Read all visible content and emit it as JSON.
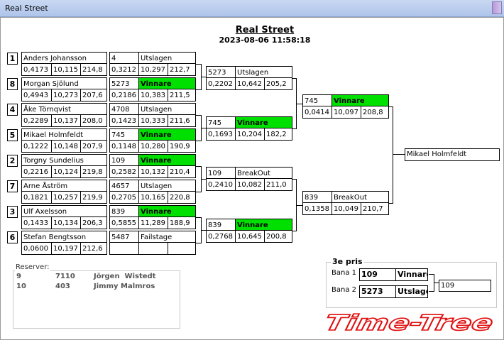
{
  "window": {
    "title": "Real Street"
  },
  "header": {
    "title": "Real Street",
    "datetime": "2023-08-06 11:58:18"
  },
  "round1": [
    {
      "seed": "1",
      "name": "Anders Johansson",
      "stats": [
        "0,4173",
        "10,115",
        "214,8"
      ],
      "lane": "4",
      "result": "Utslagen",
      "rstats": [
        "0,3212",
        "10,297",
        "212,7"
      ],
      "winner": false
    },
    {
      "seed": "8",
      "name": "Morgan Sjölund",
      "stats": [
        "0,4943",
        "10,273",
        "207,6"
      ],
      "lane": "5273",
      "result": "Vinnare",
      "rstats": [
        "0,2186",
        "10,383",
        "211,5"
      ],
      "winner": true
    },
    {
      "seed": "4",
      "name": "Åke Törnqvist",
      "stats": [
        "0,2289",
        "10,137",
        "208,0"
      ],
      "lane": "4708",
      "result": "Utslagen",
      "rstats": [
        "0,1423",
        "10,333",
        "211,6"
      ],
      "winner": false
    },
    {
      "seed": "5",
      "name": "Mikael Holmfeldt",
      "stats": [
        "0,1222",
        "10,148",
        "207,9"
      ],
      "lane": "745",
      "result": "Vinnare",
      "rstats": [
        "0,1148",
        "10,280",
        "190,9"
      ],
      "winner": true
    },
    {
      "seed": "2",
      "name": "Torgny Sundelius",
      "stats": [
        "0,2216",
        "10,124",
        "219,8"
      ],
      "lane": "109",
      "result": "Vinnare",
      "rstats": [
        "0,2582",
        "10,132",
        "210,4"
      ],
      "winner": true
    },
    {
      "seed": "7",
      "name": "Arne Åström",
      "stats": [
        "0,1821",
        "10,257",
        "219,9"
      ],
      "lane": "4657",
      "result": "Utslagen",
      "rstats": [
        "0,2705",
        "10,165",
        "220,8"
      ],
      "winner": false
    },
    {
      "seed": "3",
      "name": "Ulf Axelsson",
      "stats": [
        "0,1433",
        "10,134",
        "206,3"
      ],
      "lane": "839",
      "result": "Vinnare",
      "rstats": [
        "0,5855",
        "11,289",
        "188,9"
      ],
      "winner": true
    },
    {
      "seed": "6",
      "name": "Stefan Bengtsson",
      "stats": [
        "0,0600",
        "10,197",
        "212,6"
      ],
      "lane": "5487",
      "result": "Failstage",
      "rstats": [
        "",
        "",
        ""
      ],
      "winner": false
    }
  ],
  "round2": [
    {
      "lane": "5273",
      "result": "Utslagen",
      "stats": [
        "0,2202",
        "10,642",
        "205,2"
      ],
      "winner": false
    },
    {
      "lane": "745",
      "result": "Vinnare",
      "stats": [
        "0,1693",
        "10,204",
        "182,2"
      ],
      "winner": true
    },
    {
      "lane": "109",
      "result": "BreakOut",
      "stats": [
        "0,2410",
        "10,082",
        "211,0"
      ],
      "winner": false
    },
    {
      "lane": "839",
      "result": "Vinnare",
      "stats": [
        "0,2768",
        "10,645",
        "200,8"
      ],
      "winner": true
    }
  ],
  "round3": [
    {
      "lane": "745",
      "result": "Vinnare",
      "stats": [
        "0,0414",
        "10,097",
        "208,8"
      ],
      "winner": true
    },
    {
      "lane": "839",
      "result": "BreakOut",
      "stats": [
        "0,1358",
        "10,049",
        "210,7"
      ],
      "winner": false
    }
  ],
  "champion": "Mikael Holmfeldt",
  "reserves": {
    "label": "Reserver:",
    "rows": [
      {
        "num": "9",
        "id": "7110",
        "name": "Jörgen  Wistedt"
      },
      {
        "num": "10",
        "id": "403",
        "name": "Jimmy Malmros"
      }
    ]
  },
  "third_place": {
    "title": "3e pris",
    "bana1_label": "Bana 1",
    "bana2_label": "Bana 2",
    "bana1_lane": "109",
    "bana1_result": "Vinnare",
    "bana2_lane": "5273",
    "bana2_result": "Utslagen",
    "winner_lane": "109"
  },
  "logo": {
    "text": "Time-Tree"
  },
  "colors": {
    "winner": "#00e000",
    "logo": "#e01010",
    "titlebar": "#b8cbee"
  }
}
